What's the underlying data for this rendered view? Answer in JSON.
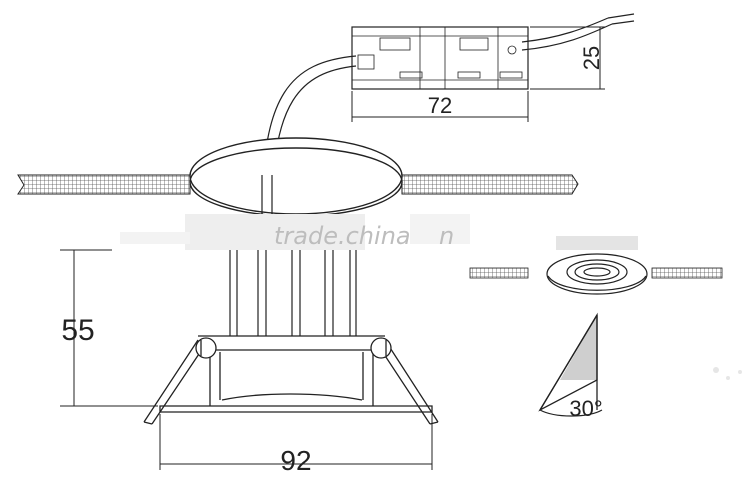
{
  "dimensions": {
    "driver_height": "25",
    "driver_length": "72",
    "fixture_height": "55",
    "fixture_diameter": "92",
    "tilt_angle": "30°"
  },
  "watermark": "trade.china",
  "colors": {
    "line": "#222222",
    "mesh": "#555555",
    "angle_fill": "#bfbfbf",
    "watermark": "#bdbdbd"
  }
}
